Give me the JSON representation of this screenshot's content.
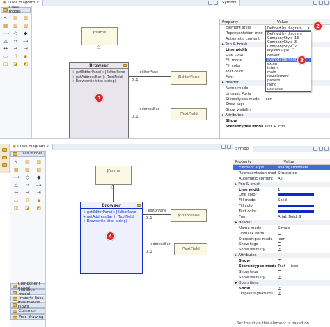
{
  "top": {
    "editor_tab": "Class diagram",
    "symbol_tab": "Symbol",
    "palette_header": "Class model",
    "classes": {
      "jframe": "JFrame",
      "browser": "Browser",
      "editor_pane": "JEditorPane",
      "text_field": "JTextField"
    },
    "browser_ops": [
      "+ getEditorPane(): JEditorPane",
      "+ getAddressBar(): JTextField",
      "+ Browser(in title: string)"
    ],
    "editor_role": "- editorPane",
    "address_role": "- addressBar",
    "mult1": "0..1",
    "mult2": "0..1",
    "badge": "1",
    "props_header": [
      "Property",
      "Value"
    ],
    "rows": [
      {
        "k": "Element style",
        "v": "Defined by diagram"
      },
      {
        "k": "Representation mode",
        "v": ""
      },
      {
        "k": "Automatic content",
        "v": ""
      },
      {
        "k": "Pen & brush",
        "v": "",
        "type": "sec"
      },
      {
        "k": "Line width",
        "v": "",
        "type": "bold"
      },
      {
        "k": "Line color",
        "v": ""
      },
      {
        "k": "Fill mode",
        "v": ""
      },
      {
        "k": "Fill color",
        "v": ""
      },
      {
        "k": "Text color",
        "v": ""
      },
      {
        "k": "Font",
        "v": ""
      },
      {
        "k": "Header",
        "v": "",
        "type": "sec"
      },
      {
        "k": "Name mode",
        "v": ""
      },
      {
        "k": "Unmask Ports",
        "v": ""
      },
      {
        "k": "Stereotypes mode",
        "v": "Icon"
      },
      {
        "k": "Show tags",
        "v": ""
      },
      {
        "k": "Show visibility",
        "v": ""
      },
      {
        "k": "Attributes",
        "v": "",
        "type": "sec"
      },
      {
        "k": "Show",
        "v": "",
        "type": "bold"
      },
      {
        "k": "Stereotypes mode",
        "v": "Text + icon",
        "type": "bold"
      }
    ],
    "dropdown": [
      "Defined by diagram",
      "CompanyStyle_13",
      "CompanyStyle_3",
      "CompanyStyle_2",
      "MyOwnStyle",
      "default",
      "avantgardement",
      "extern",
      "intern",
      "main",
      "newelement",
      "pattern",
      "ramc",
      "use case"
    ],
    "dropdown_selected": 6,
    "badge2": "2",
    "badge3": "3"
  },
  "bottom": {
    "editor_tab": "Class diagram",
    "symbol_tab": "Symbol",
    "palette_header": "Class model",
    "sections": [
      "Component model",
      "Instance model",
      "Imports links",
      "Information Flows",
      "Common",
      "Free drawing"
    ],
    "classes": {
      "jframe": "JFrame",
      "browser": "Browser",
      "editor_pane": "JEditorPane",
      "text_field": "JTextField"
    },
    "browser_ops": [
      "+ getEditorPane(): JEditorPane",
      "+ getAddressBar(): JTextField",
      "+ Browser(in title: string)"
    ],
    "editor_role": "- editorPane",
    "address_role": "- addressBar",
    "mult1": "0..1",
    "mult2": "0..1",
    "badge": "4",
    "props_header": [
      "Property",
      "Value"
    ],
    "rows": [
      {
        "k": "Element style",
        "v": "avantgardement",
        "type": "hl"
      },
      {
        "k": "Representation mode",
        "v": "Structured"
      },
      {
        "k": "Automatic content",
        "v": "All"
      },
      {
        "k": "Pen & brush",
        "v": "",
        "type": "sec"
      },
      {
        "k": "Line width",
        "v": "1",
        "type": "bold"
      },
      {
        "k": "Line color",
        "v": "",
        "type": "swatch"
      },
      {
        "k": "Fill mode",
        "v": "Solid"
      },
      {
        "k": "Fill color",
        "v": "",
        "type": "swatch"
      },
      {
        "k": "Text color",
        "v": "",
        "type": "swatch"
      },
      {
        "k": "Font",
        "v": "Arial, Bold, 9"
      },
      {
        "k": "Header",
        "v": "",
        "type": "sec"
      },
      {
        "k": "Name mode",
        "v": "Simple"
      },
      {
        "k": "Unmask Ports",
        "v": "",
        "type": "cb"
      },
      {
        "k": "Stereotypes mode",
        "v": "Icon"
      },
      {
        "k": "Show tags",
        "v": "",
        "type": "cb"
      },
      {
        "k": "Show visibility",
        "v": "",
        "type": "cbon"
      },
      {
        "k": "Attributes",
        "v": "",
        "type": "sec"
      },
      {
        "k": "Show",
        "v": "",
        "type": "boldcbon"
      },
      {
        "k": "Stereotypes mode",
        "v": "Text + icon",
        "type": "bold"
      },
      {
        "k": "Show tags",
        "v": "",
        "type": "cb"
      },
      {
        "k": "Show visibility",
        "v": "",
        "type": "cbon"
      },
      {
        "k": "Operations",
        "v": "",
        "type": "sec"
      },
      {
        "k": "Show",
        "v": "",
        "type": "boldcbon"
      },
      {
        "k": "Display signatures",
        "v": "",
        "type": "cbon"
      }
    ],
    "status": "Set the style this element is based on."
  },
  "colors": {
    "accent": "#1133cc",
    "selection": "#3d6fd4",
    "badge": "#d8282a",
    "class_fill": "#fbf8e4"
  }
}
